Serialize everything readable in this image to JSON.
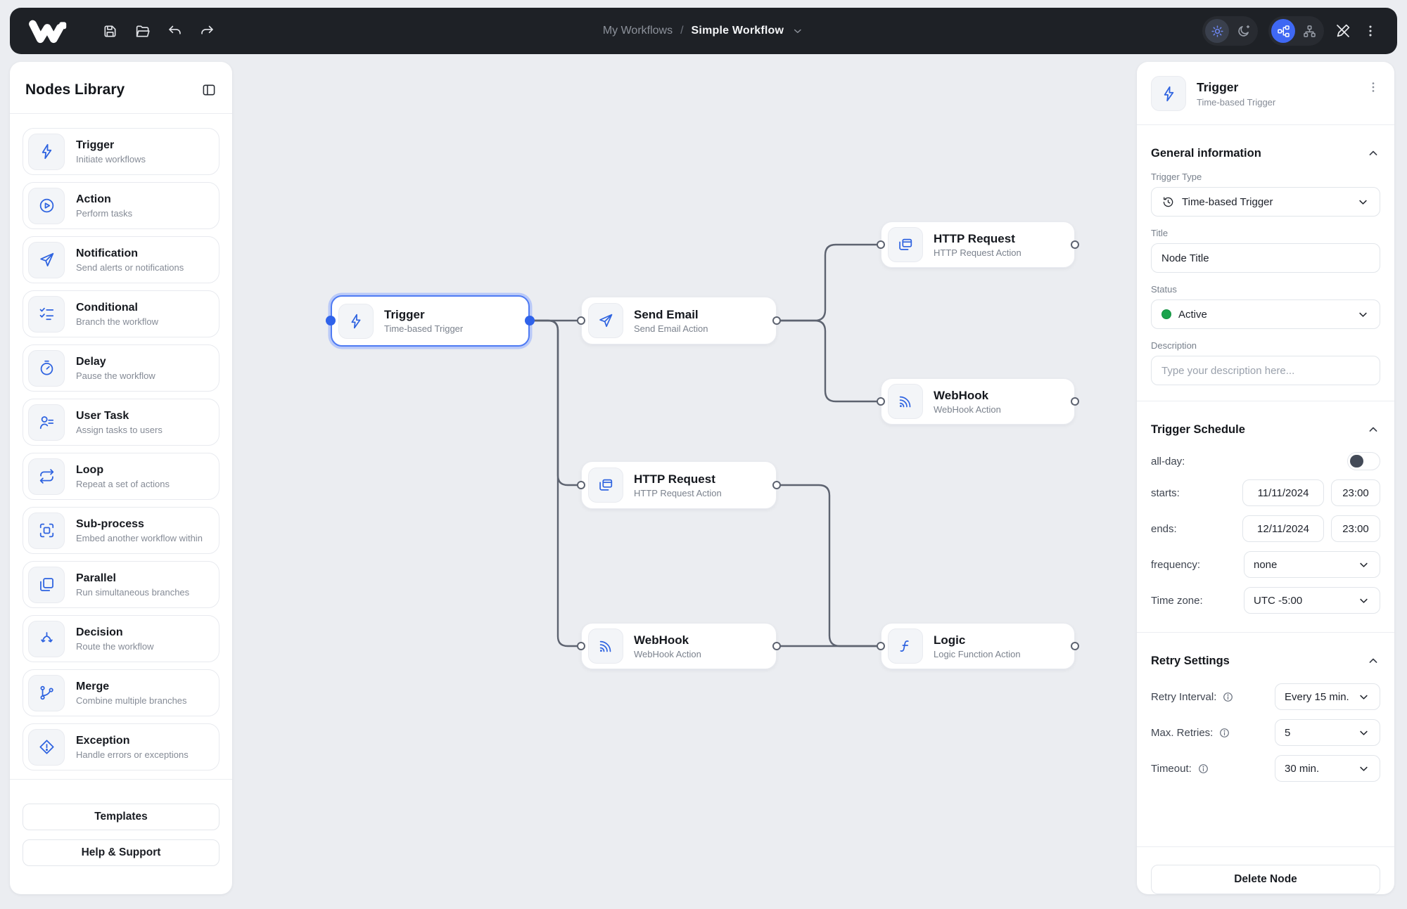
{
  "colors": {
    "topbar_bg": "#1e2126",
    "canvas_bg": "#ebedf1",
    "accent_blue": "#3f68f3",
    "node_icon_blue": "#2e63e0",
    "selected_border": "#4f7bf3",
    "edge_gray": "#5d6370",
    "status_green": "#1aa34c"
  },
  "topbar": {
    "breadcrumb_parent": "My Workflows",
    "breadcrumb_separator": "/",
    "breadcrumb_current": "Simple Workflow",
    "left_icons": [
      "save-icon",
      "folder-open-icon",
      "undo-icon",
      "redo-icon"
    ],
    "right_icons": [
      "light-theme-icon",
      "dark-theme-icon",
      "flow-layout-icon",
      "org-layout-icon",
      "edit-off-icon",
      "kebab-menu-icon"
    ]
  },
  "sidebar": {
    "title": "Nodes Library",
    "items": [
      {
        "label": "Trigger",
        "desc": "Initiate workflows",
        "icon": "zap-icon"
      },
      {
        "label": "Action",
        "desc": "Perform tasks",
        "icon": "play-circle-icon"
      },
      {
        "label": "Notification",
        "desc": "Send alerts or notifications",
        "icon": "send-icon"
      },
      {
        "label": "Conditional",
        "desc": "Branch the workflow",
        "icon": "checklist-icon"
      },
      {
        "label": "Delay",
        "desc": "Pause the workflow",
        "icon": "timer-icon"
      },
      {
        "label": "User Task",
        "desc": "Assign tasks to users",
        "icon": "user-task-icon"
      },
      {
        "label": "Loop",
        "desc": "Repeat a set of actions",
        "icon": "loop-icon"
      },
      {
        "label": "Sub-process",
        "desc": "Embed another workflow within",
        "icon": "subprocess-icon"
      },
      {
        "label": "Parallel",
        "desc": "Run simultaneous branches",
        "icon": "parallel-icon"
      },
      {
        "label": "Decision",
        "desc": "Route the workflow",
        "icon": "decision-icon"
      },
      {
        "label": "Merge",
        "desc": "Combine multiple branches",
        "icon": "merge-icon"
      },
      {
        "label": "Exception",
        "desc": "Handle errors or exceptions",
        "icon": "exception-icon"
      }
    ],
    "templates_button": "Templates",
    "help_button": "Help & Support"
  },
  "canvas": {
    "nodes": [
      {
        "title": "Trigger",
        "subtitle": "Time-based Trigger",
        "icon": "zap-icon",
        "selected": true
      },
      {
        "title": "Send Email",
        "subtitle": "Send Email Action",
        "icon": "send-icon",
        "selected": false
      },
      {
        "title": "HTTP Request",
        "subtitle": "HTTP Request Action",
        "icon": "http-icon",
        "selected": false
      },
      {
        "title": "WebHook",
        "subtitle": "WebHook Action",
        "icon": "webhook-icon",
        "selected": false
      },
      {
        "title": "HTTP Request",
        "subtitle": "HTTP Request Action",
        "icon": "http-icon",
        "selected": false
      },
      {
        "title": "WebHook",
        "subtitle": "WebHook Action",
        "icon": "webhook-icon",
        "selected": false
      },
      {
        "title": "Logic",
        "subtitle": "Logic Function Action",
        "icon": "function-icon",
        "selected": false
      }
    ]
  },
  "inspector": {
    "header_title": "Trigger",
    "header_subtitle": "Time-based Trigger",
    "general_heading": "General information",
    "trigger_type_label": "Trigger Type",
    "trigger_type_value": "Time-based Trigger",
    "title_label": "Title",
    "title_value": "Node Title",
    "status_label": "Status",
    "status_value": "Active",
    "description_label": "Description",
    "description_placeholder": "Type your description here...",
    "schedule_heading": "Trigger Schedule",
    "allday_label": "all-day:",
    "allday_on": false,
    "starts_label": "starts:",
    "starts_date": "11/11/2024",
    "starts_time": "23:00",
    "ends_label": "ends:",
    "ends_date": "12/11/2024",
    "ends_time": "23:00",
    "frequency_label": "frequency:",
    "frequency_value": "none",
    "timezone_label": "Time zone:",
    "timezone_value": "UTC -5:00",
    "retry_heading": "Retry Settings",
    "retry_interval_label": "Retry Interval:",
    "retry_interval_value": "Every 15 min.",
    "max_retries_label": "Max. Retries:",
    "max_retries_value": "5",
    "timeout_label": "Timeout:",
    "timeout_value": "30 min.",
    "delete_button": "Delete Node"
  }
}
